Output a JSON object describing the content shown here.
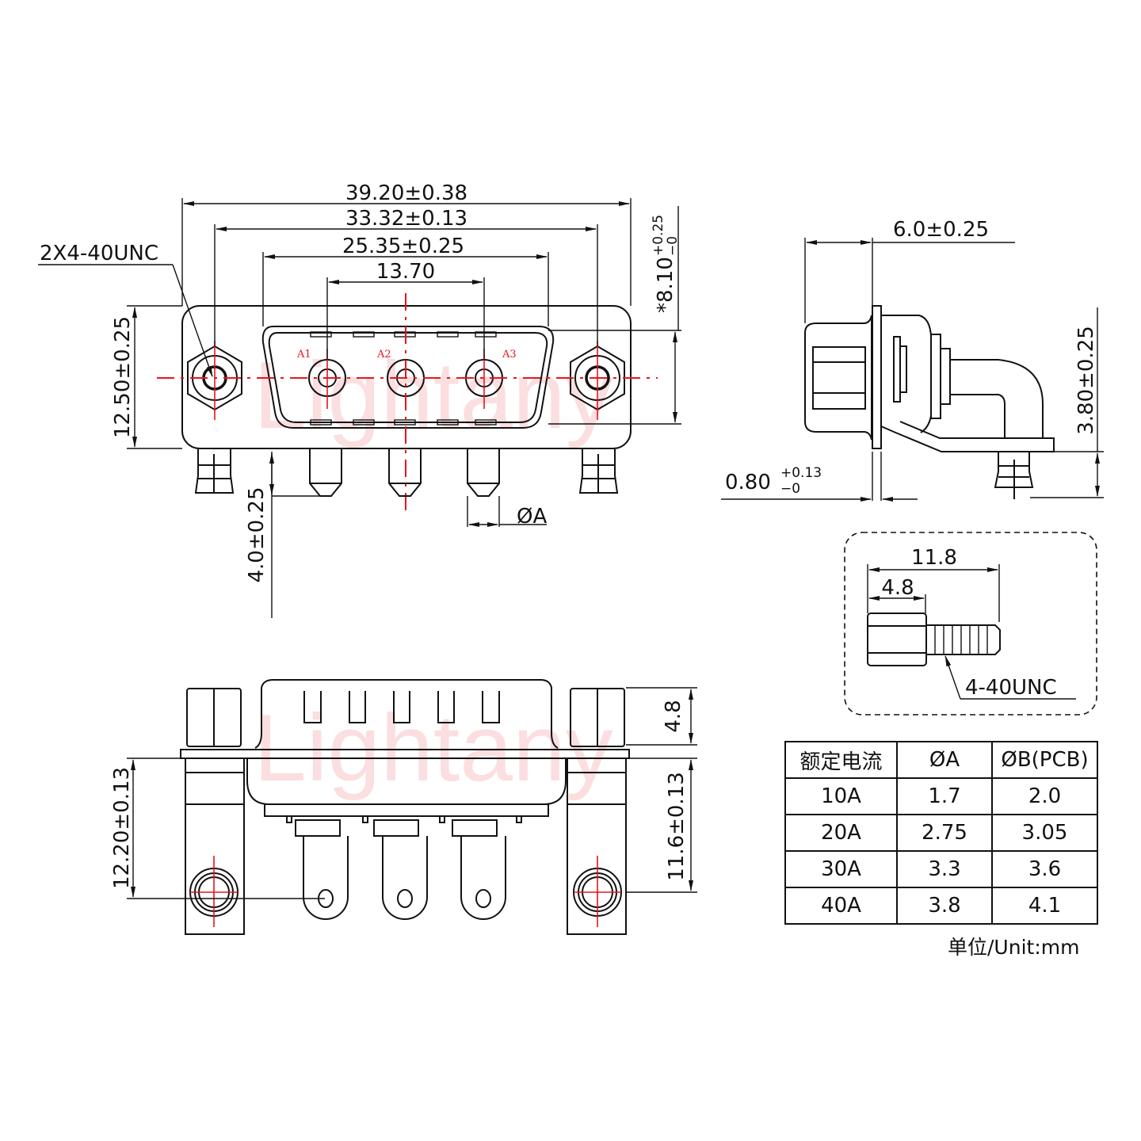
{
  "watermark": "Lightany",
  "front_view": {
    "thread_callout": "2X4-40UNC",
    "dim_overall_width": "39.20±0.38",
    "dim_mount_hole_pitch": "33.32±0.13",
    "dim_shell_width": "25.35±0.25",
    "dim_contact_pitch": "13.70",
    "dim_height": "12.50±0.25",
    "dim_shell_height_main": "*8.10",
    "dim_shell_height_tol_plus": "+0.25",
    "dim_shell_height_tol_minus": "−0",
    "dim_pin_length": "4.0±0.25",
    "dim_pin_diameter": "ØA",
    "pin_labels": [
      "A1",
      "A2",
      "A3"
    ]
  },
  "side_view": {
    "dim_depth": "6.0±0.25",
    "dim_flange_main": "0.80",
    "dim_flange_tol_plus": "+0.13",
    "dim_flange_tol_minus": "−0",
    "dim_standoff": "3.80±0.25"
  },
  "screw_detail": {
    "dim_total_length": "11.8",
    "dim_head_length": "4.8",
    "thread_callout": "4-40UNC"
  },
  "bottom_view": {
    "dim_shell_protrusion": "4.8",
    "dim_hole_offset_left": "12.20±0.13",
    "dim_hole_offset_right": "11.6±0.13"
  },
  "spec_table": {
    "headers": [
      "额定电流",
      "ØA",
      "ØB(PCB)"
    ],
    "rows": [
      [
        "10A",
        "1.7",
        "2.0"
      ],
      [
        "20A",
        "2.75",
        "3.05"
      ],
      [
        "30A",
        "3.3",
        "3.6"
      ],
      [
        "40A",
        "3.8",
        "4.1"
      ]
    ],
    "unit_note": "单位/Unit:mm"
  },
  "colors": {
    "line": "#111111",
    "centerline": "#e8141c",
    "watermark": "#f8c4c8"
  }
}
